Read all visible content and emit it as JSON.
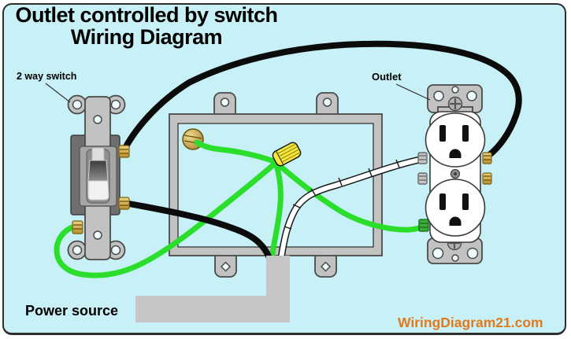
{
  "title": {
    "line1": "Outlet controlled by switch",
    "line2": "Wiring Diagram"
  },
  "labels": {
    "switch": "2 way switch",
    "outlet": "Outlet",
    "power_source": "Power source"
  },
  "watermark": "WiringDiagram21.com",
  "colors": {
    "background": "#C8F1F7",
    "wire_black": "#0B0B0B",
    "wire_green": "#2BDE2B",
    "wire_white": "#FFFFFF",
    "nut_yellow": "#F6E83B",
    "metal_gray": "#C2C2C2",
    "brass": "#C8A235",
    "watermark_orange": "#E2791C",
    "text_black": "#000000"
  },
  "components": {
    "switch": "toggle-switch",
    "junction_box": "junction-box",
    "outlet": "duplex-outlet",
    "wire_nut": "wire-nut",
    "box_ground_screw": "ground-screw",
    "power_conduit": "power-source-conduit"
  },
  "wires": [
    {
      "color": "black",
      "from": "switch top terminal",
      "to": "outlet hot (brass) terminal"
    },
    {
      "color": "black",
      "from": "switch bottom terminal",
      "to": "power source"
    },
    {
      "color": "white",
      "from": "power source",
      "to": "outlet neutral (silver) terminal"
    },
    {
      "color": "green",
      "from": "power source",
      "to": "wire nut junction"
    },
    {
      "color": "green",
      "from": "wire nut junction",
      "to": "switch ground terminal"
    },
    {
      "color": "green",
      "from": "wire nut junction",
      "to": "box ground screw"
    },
    {
      "color": "green",
      "from": "wire nut junction",
      "to": "outlet ground terminal"
    }
  ]
}
